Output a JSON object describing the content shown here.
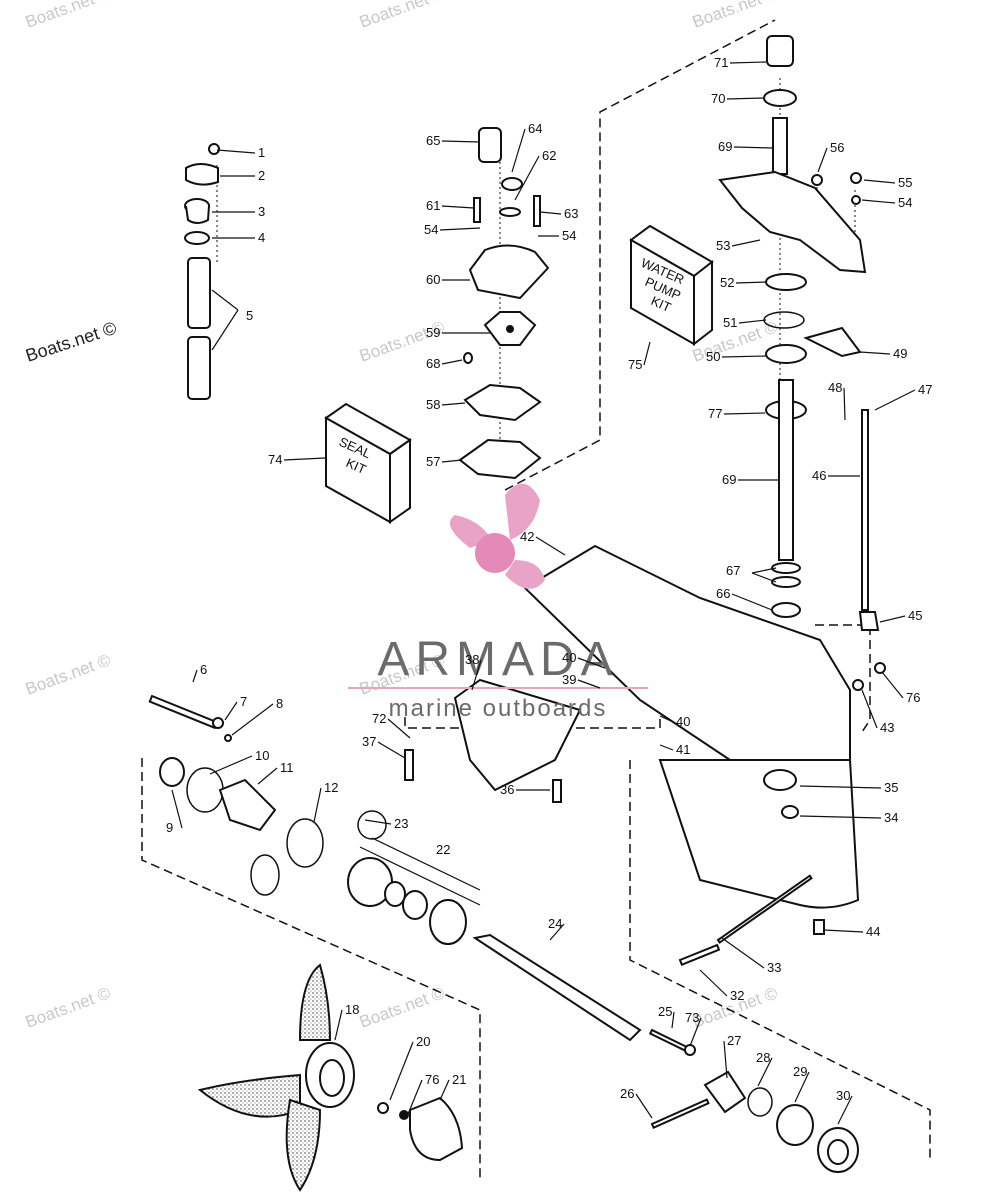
{
  "watermark": "Boats.net ©",
  "logo": {
    "name": "ARMADA",
    "tagline": "marine outboards",
    "color": "#e8a3c6",
    "accent": "#e58ab8",
    "text_color": "#6b6b6b"
  },
  "kits": {
    "seal_line1": "SEAL",
    "seal_line2": "KIT",
    "pump_line1": "WATER",
    "pump_line2": "PUMP",
    "pump_line3": "KIT"
  },
  "callouts": [
    {
      "id": "1",
      "n": "1"
    },
    {
      "id": "2",
      "n": "2"
    },
    {
      "id": "3",
      "n": "3"
    },
    {
      "id": "4",
      "n": "4"
    },
    {
      "id": "5",
      "n": "5"
    },
    {
      "id": "6",
      "n": "6"
    },
    {
      "id": "7",
      "n": "7"
    },
    {
      "id": "8",
      "n": "8"
    },
    {
      "id": "9",
      "n": "9"
    },
    {
      "id": "10",
      "n": "10"
    },
    {
      "id": "11",
      "n": "11"
    },
    {
      "id": "12",
      "n": "12"
    },
    {
      "id": "18",
      "n": "18"
    },
    {
      "id": "20",
      "n": "20"
    },
    {
      "id": "21",
      "n": "21"
    },
    {
      "id": "22",
      "n": "22"
    },
    {
      "id": "23",
      "n": "23"
    },
    {
      "id": "24",
      "n": "24"
    },
    {
      "id": "25",
      "n": "25"
    },
    {
      "id": "26",
      "n": "26"
    },
    {
      "id": "27",
      "n": "27"
    },
    {
      "id": "28a",
      "n": "28"
    },
    {
      "id": "29",
      "n": "29"
    },
    {
      "id": "30",
      "n": "30"
    },
    {
      "id": "32",
      "n": "32"
    },
    {
      "id": "33",
      "n": "33"
    },
    {
      "id": "34",
      "n": "34"
    },
    {
      "id": "35",
      "n": "35"
    },
    {
      "id": "36",
      "n": "36"
    },
    {
      "id": "37",
      "n": "37"
    },
    {
      "id": "38",
      "n": "38"
    },
    {
      "id": "39",
      "n": "39"
    },
    {
      "id": "40a",
      "n": "40"
    },
    {
      "id": "40b",
      "n": "40"
    },
    {
      "id": "41",
      "n": "41"
    },
    {
      "id": "42",
      "n": "42"
    },
    {
      "id": "43",
      "n": "43"
    },
    {
      "id": "44",
      "n": "44"
    },
    {
      "id": "45",
      "n": "45"
    },
    {
      "id": "46",
      "n": "46"
    },
    {
      "id": "47",
      "n": "47"
    },
    {
      "id": "48",
      "n": "48"
    },
    {
      "id": "49",
      "n": "49"
    },
    {
      "id": "50",
      "n": "50"
    },
    {
      "id": "51",
      "n": "51"
    },
    {
      "id": "52",
      "n": "52"
    },
    {
      "id": "53",
      "n": "53"
    },
    {
      "id": "54a",
      "n": "54"
    },
    {
      "id": "54b",
      "n": "54"
    },
    {
      "id": "54c",
      "n": "54"
    },
    {
      "id": "55",
      "n": "55"
    },
    {
      "id": "56",
      "n": "56"
    },
    {
      "id": "57",
      "n": "57"
    },
    {
      "id": "58",
      "n": "58"
    },
    {
      "id": "59",
      "n": "59"
    },
    {
      "id": "60",
      "n": "60"
    },
    {
      "id": "61",
      "n": "61"
    },
    {
      "id": "62",
      "n": "62"
    },
    {
      "id": "63",
      "n": "63"
    },
    {
      "id": "64",
      "n": "64"
    },
    {
      "id": "65",
      "n": "65"
    },
    {
      "id": "66",
      "n": "66"
    },
    {
      "id": "67",
      "n": "67"
    },
    {
      "id": "68",
      "n": "68"
    },
    {
      "id": "69a",
      "n": "69"
    },
    {
      "id": "69b",
      "n": "69"
    },
    {
      "id": "70",
      "n": "70"
    },
    {
      "id": "71",
      "n": "71"
    },
    {
      "id": "72",
      "n": "72"
    },
    {
      "id": "73",
      "n": "73"
    },
    {
      "id": "74",
      "n": "74"
    },
    {
      "id": "75",
      "n": "75"
    },
    {
      "id": "76a",
      "n": "76"
    },
    {
      "id": "76b",
      "n": "76"
    },
    {
      "id": "77",
      "n": "77"
    }
  ]
}
